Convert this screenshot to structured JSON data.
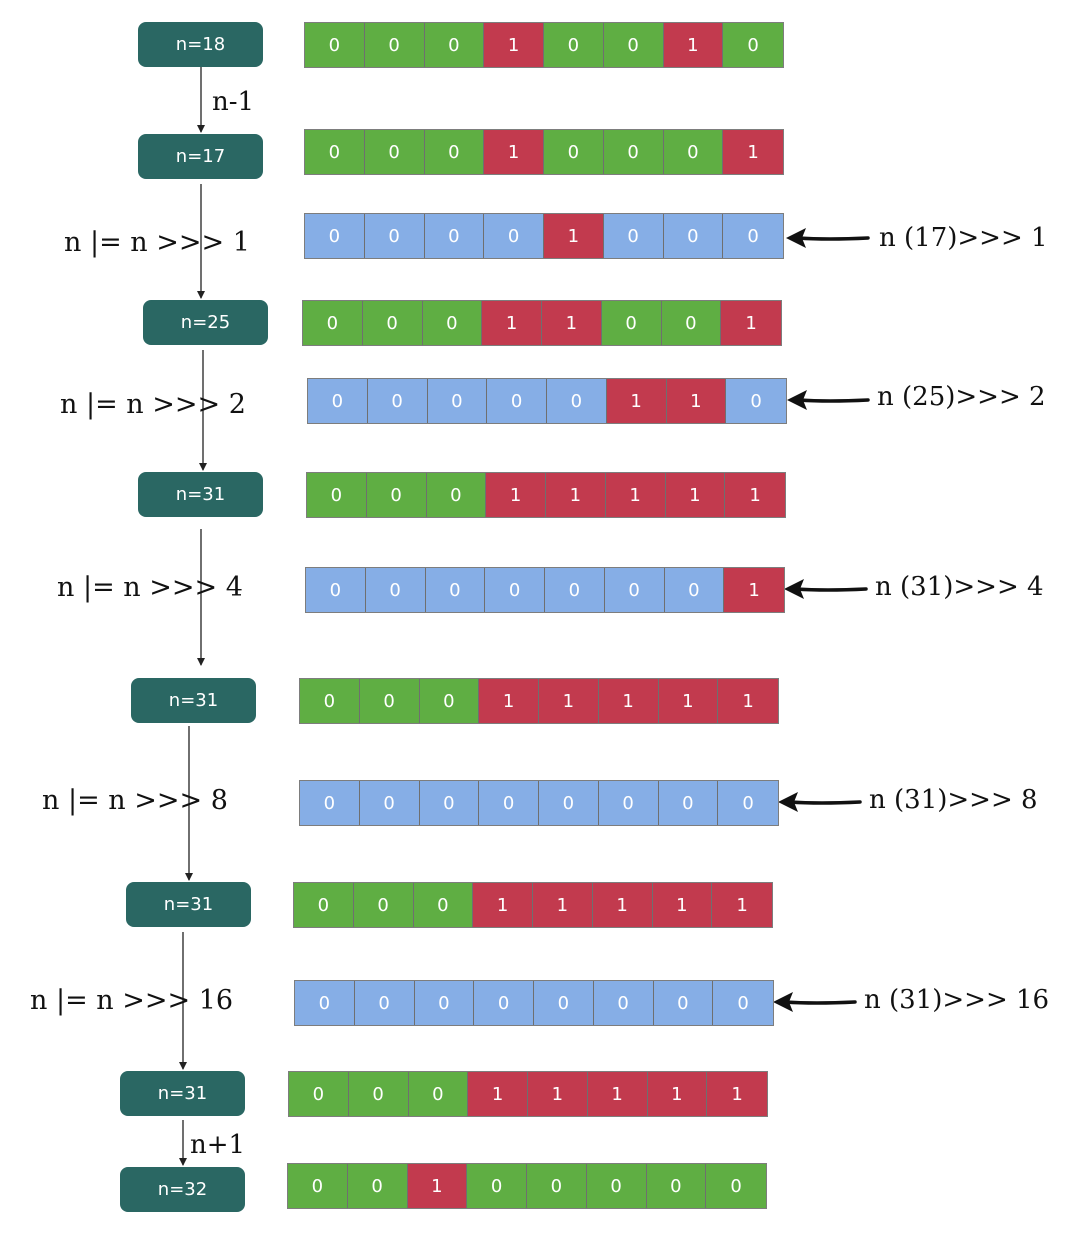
{
  "colors": {
    "node": "#2a6763",
    "bit_green": "#5fae43",
    "bit_red": "#c23a4e",
    "bit_blue": "#86aee6"
  },
  "steps": [
    {
      "node": "n=18",
      "bits": [
        "0",
        "0",
        "0",
        "1",
        "0",
        "0",
        "1",
        "0"
      ]
    },
    {
      "node": "n=17",
      "bits": [
        "0",
        "0",
        "0",
        "1",
        "0",
        "0",
        "0",
        "1"
      ]
    },
    {
      "node": "n=25",
      "bits": [
        "0",
        "0",
        "0",
        "1",
        "1",
        "0",
        "0",
        "1"
      ]
    },
    {
      "node": "n=31",
      "bits": [
        "0",
        "0",
        "0",
        "1",
        "1",
        "1",
        "1",
        "1"
      ]
    },
    {
      "node": "n=31",
      "bits": [
        "0",
        "0",
        "0",
        "1",
        "1",
        "1",
        "1",
        "1"
      ]
    },
    {
      "node": "n=31",
      "bits": [
        "0",
        "0",
        "0",
        "1",
        "1",
        "1",
        "1",
        "1"
      ]
    },
    {
      "node": "n=31",
      "bits": [
        "0",
        "0",
        "0",
        "1",
        "1",
        "1",
        "1",
        "1"
      ]
    },
    {
      "node": "n=32",
      "bits": [
        "0",
        "0",
        "1",
        "0",
        "0",
        "0",
        "0",
        "0"
      ]
    }
  ],
  "shifts": [
    {
      "op": "n |= n >>> 1",
      "side": "n (17)>>> 1",
      "bits": [
        "0",
        "0",
        "0",
        "0",
        "1",
        "0",
        "0",
        "0"
      ]
    },
    {
      "op": "n |= n >>> 2",
      "side": "n (25)>>> 2",
      "bits": [
        "0",
        "0",
        "0",
        "0",
        "0",
        "1",
        "1",
        "0"
      ]
    },
    {
      "op": "n |= n >>> 4",
      "side": "n (31)>>> 4",
      "bits": [
        "0",
        "0",
        "0",
        "0",
        "0",
        "0",
        "0",
        "1"
      ]
    },
    {
      "op": "n |= n >>> 8",
      "side": "n (31)>>> 8",
      "bits": [
        "0",
        "0",
        "0",
        "0",
        "0",
        "0",
        "0",
        "0"
      ]
    },
    {
      "op": "n |= n >>> 16",
      "side": "n (31)>>> 16",
      "bits": [
        "0",
        "0",
        "0",
        "0",
        "0",
        "0",
        "0",
        "0"
      ]
    }
  ],
  "ops": {
    "first": "n-1",
    "last": "n+1"
  }
}
